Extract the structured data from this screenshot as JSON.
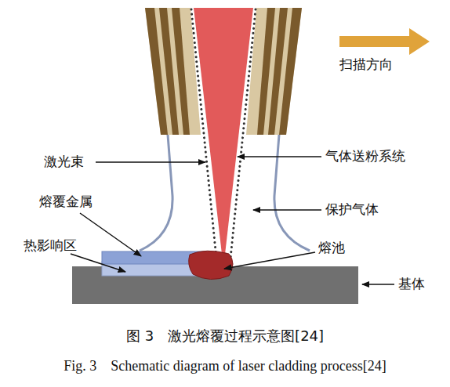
{
  "diagram": {
    "caption": "图 3　激光熔覆过程示意图[24]",
    "labels": [
      "扫描方向",
      "激光束",
      "气体送粉系统",
      "熔覆金属",
      "保护气体",
      "热影响区",
      "熔池",
      "基体",
      "Fig. 3　Schematic diagram of laser cladding process[24]"
    ]
  }
}
